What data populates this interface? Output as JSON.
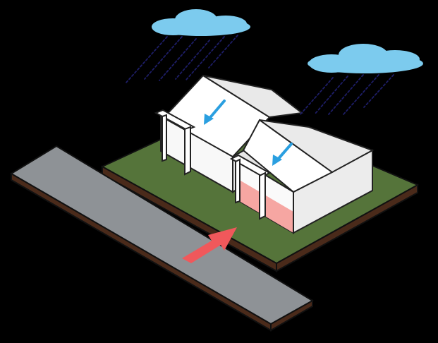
{
  "diagram": {
    "kind": "isometric illustration",
    "elements": {
      "clouds": 2,
      "buildings": 2,
      "roof_water_arrows": 2,
      "road_arrow": 1
    },
    "colors": {
      "background": "#000000",
      "cloud": "#7ccbee",
      "rain": "#1d1d66",
      "grass": "#55743a",
      "soil": "#4a2a1a",
      "road": "#8e9296",
      "building_wall": "#ffffff",
      "roof_arrow": "#2a9fe0",
      "road_arrow": "#f0585b",
      "flood_zone": "#f6a6a2",
      "outline": "#1a1a1a"
    },
    "icons": [
      "cloud-icon",
      "rain-icon",
      "arrow-down-left-icon",
      "arrow-up-right-icon"
    ]
  }
}
